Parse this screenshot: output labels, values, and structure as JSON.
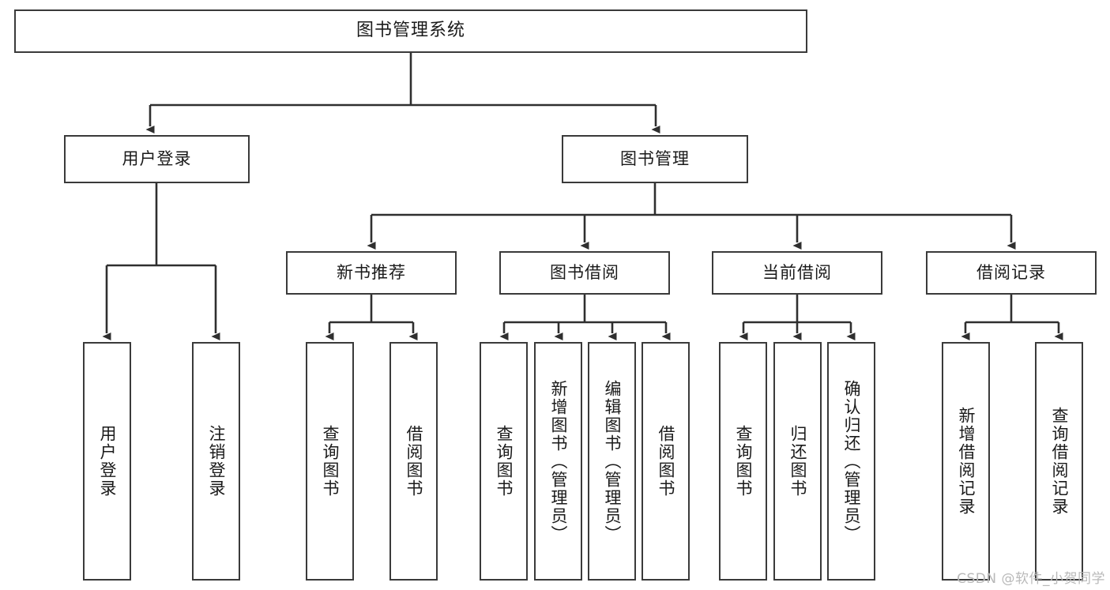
{
  "diagram": {
    "type": "tree-hierarchy-chart",
    "title": "图书管理系统",
    "root": {
      "label": "图书管理系统"
    },
    "level2": [
      {
        "label": "用户登录"
      },
      {
        "label": "图书管理"
      }
    ],
    "level3": [
      {
        "label": "新书推荐"
      },
      {
        "label": "图书借阅"
      },
      {
        "label": "当前借阅"
      },
      {
        "label": "借阅记录"
      }
    ],
    "leaves": [
      {
        "label": "用户登录",
        "parent": "用户登录"
      },
      {
        "label": "注销登录",
        "parent": "用户登录"
      },
      {
        "label": "查询图书",
        "parent": "新书推荐"
      },
      {
        "label": "借阅图书",
        "parent": "新书推荐"
      },
      {
        "label": "查询图书",
        "parent": "图书借阅"
      },
      {
        "label": "新增图书（管理员）",
        "parent": "图书借阅"
      },
      {
        "label": "编辑图书（管理员）",
        "parent": "图书借阅"
      },
      {
        "label": "借阅图书",
        "parent": "图书借阅"
      },
      {
        "label": "查询图书",
        "parent": "当前借阅"
      },
      {
        "label": "归还图书",
        "parent": "当前借阅"
      },
      {
        "label": "确认归还（管理员）",
        "parent": "当前借阅"
      },
      {
        "label": "新增借阅记录",
        "parent": "借阅记录"
      },
      {
        "label": "查询借阅记录",
        "parent": "借阅记录"
      }
    ]
  },
  "watermark": {
    "text": "CSDN @软件_小贺同学"
  },
  "colors": {
    "box_border": "#3a3a3a",
    "box_fill": "#ffffff",
    "text": "#1a1a1a",
    "edge": "#2f2f2f",
    "watermark": "#b9b9b9"
  }
}
